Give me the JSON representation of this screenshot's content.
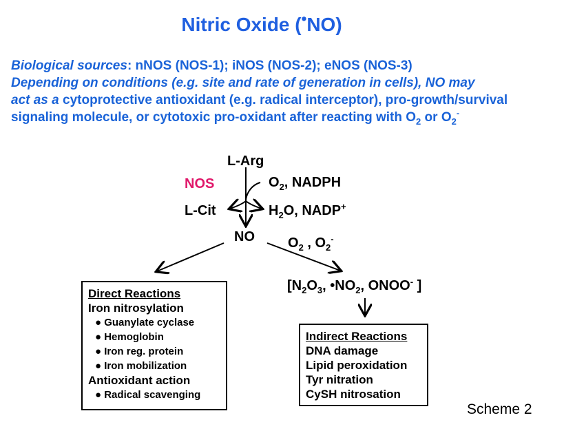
{
  "title": {
    "prefix": "Nitric Oxide (",
    "radical": "•",
    "suffix": "NO)"
  },
  "intro": {
    "line1_italic": "Biological sources",
    "line1_rest": ": nNOS (NOS-1); iNOS (NOS-2); eNOS (NOS-3)",
    "line2": "Depending on conditions (e.g. site and rate of generation in cells), NO may",
    "line3_italic": "act as a",
    "line3_rest": " cytoprotective antioxidant (e.g. radical interceptor), pro-growth/survival",
    "line4_prefix": "signaling molecule, or cytotoxic pro-oxidant after reacting with O",
    "line4_sub": "2",
    "line4_or": " or O",
    "line4_sub2": "2",
    "line4_sup": "-"
  },
  "pathway": {
    "l_arg": "L-Arg",
    "nos": "NOS",
    "cofactor_o": "O",
    "cofactor_sub": "2",
    "cofactor_rest": ", NADPH",
    "l_cit": "L-Cit",
    "prod_h": "H",
    "prod_sub": "2",
    "prod_rest": "O, NADP",
    "prod_sup": "+",
    "no": "NO",
    "ox_o": "O",
    "ox_sub": "2",
    "ox_mid": " , O",
    "ox_sub2": "2",
    "ox_sup": "-",
    "rns_open": "[N",
    "rns_s1": "2",
    "rns_o": "O",
    "rns_s2": "3",
    "rns_mid": ", •NO",
    "rns_s3": "2",
    "rns_end": ", ONOO",
    "rns_sup": "-",
    "rns_close": " ]"
  },
  "direct": {
    "heading": "Direct Reactions",
    "items": [
      "Iron nitrosylation",
      "● Guanylate cyclase",
      "● Hemoglobin",
      "● Iron reg. protein",
      "● Iron mobilization",
      "Antioxidant action",
      "● Radical scavenging"
    ]
  },
  "indirect": {
    "heading": "Indirect Reactions",
    "items": [
      "DNA damage",
      "Lipid peroxidation",
      "Tyr nitration",
      "CySH nitrosation"
    ]
  },
  "caption": "Scheme 2",
  "colors": {
    "blue": "#1a63d8",
    "nos": "#e0186a"
  }
}
